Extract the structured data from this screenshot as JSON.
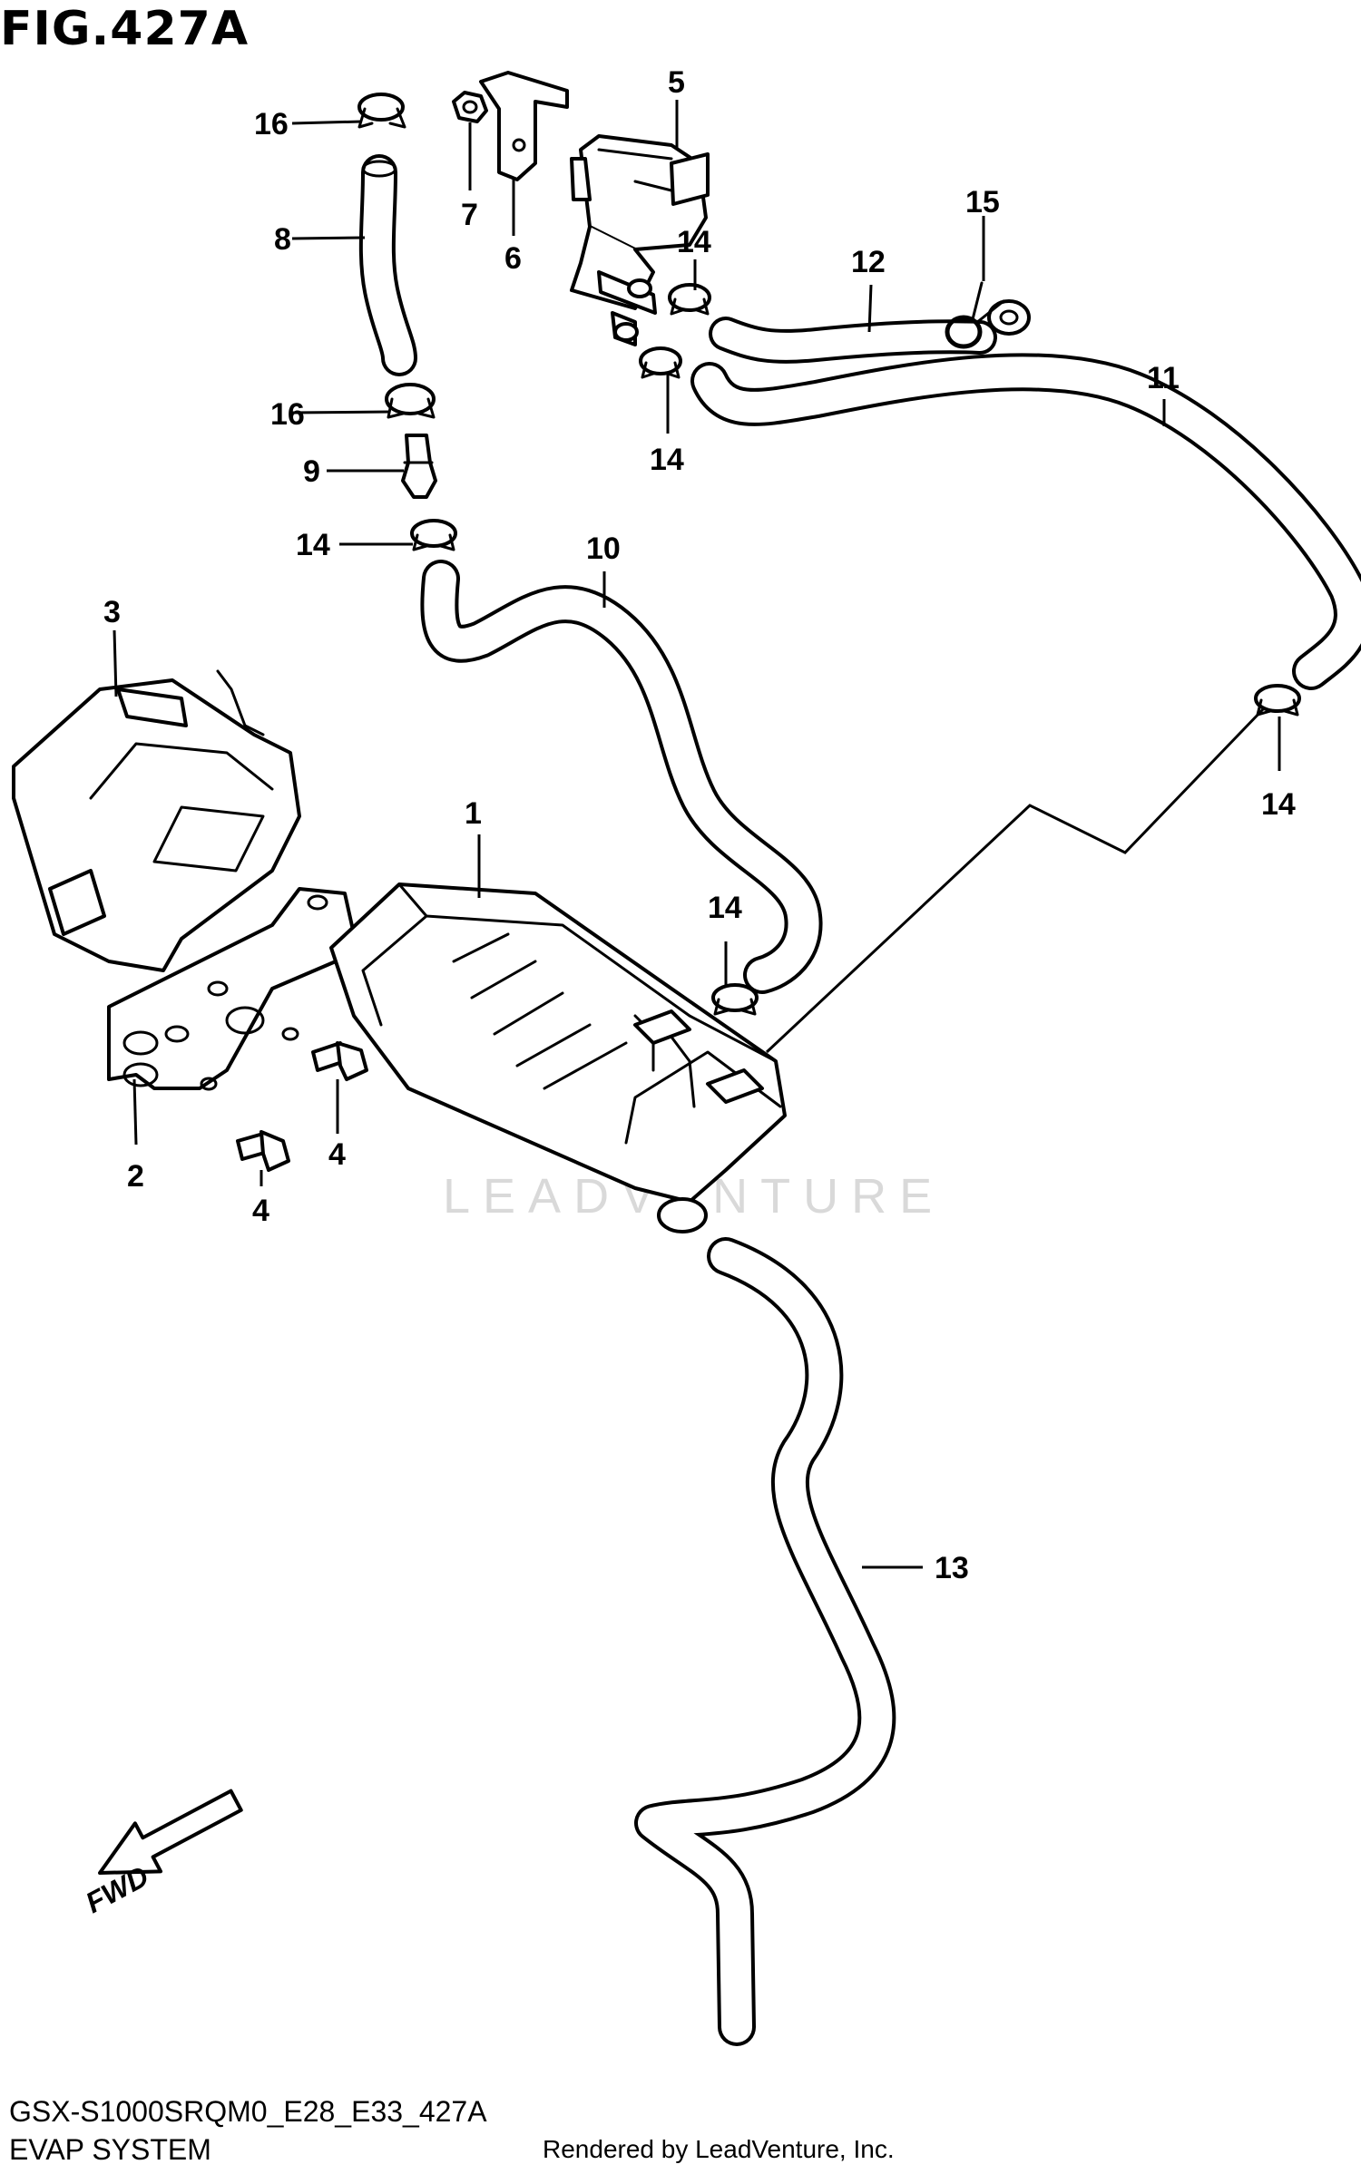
{
  "figure": {
    "title": "FIG.427A",
    "code": "GSX-S1000SRQM0_E28_E33_427A",
    "name": "EVAP SYSTEM",
    "credit": "Rendered by LeadVenture, Inc.",
    "watermark": "LEADVENTURE"
  },
  "direction_marker": {
    "label": "FWD"
  },
  "callouts": [
    {
      "id": "c1",
      "label": "1"
    },
    {
      "id": "c2",
      "label": "2"
    },
    {
      "id": "c3",
      "label": "3"
    },
    {
      "id": "c4a",
      "label": "4"
    },
    {
      "id": "c4b",
      "label": "4"
    },
    {
      "id": "c5",
      "label": "5"
    },
    {
      "id": "c6",
      "label": "6"
    },
    {
      "id": "c7",
      "label": "7"
    },
    {
      "id": "c8",
      "label": "8"
    },
    {
      "id": "c9",
      "label": "9"
    },
    {
      "id": "c10",
      "label": "10"
    },
    {
      "id": "c11",
      "label": "11"
    },
    {
      "id": "c12",
      "label": "12"
    },
    {
      "id": "c13",
      "label": "13"
    },
    {
      "id": "c14a",
      "label": "14"
    },
    {
      "id": "c14b",
      "label": "14"
    },
    {
      "id": "c14c",
      "label": "14"
    },
    {
      "id": "c14d",
      "label": "14"
    },
    {
      "id": "c14e",
      "label": "14"
    },
    {
      "id": "c15",
      "label": "15"
    },
    {
      "id": "c16a",
      "label": "16"
    },
    {
      "id": "c16b",
      "label": "16"
    }
  ]
}
